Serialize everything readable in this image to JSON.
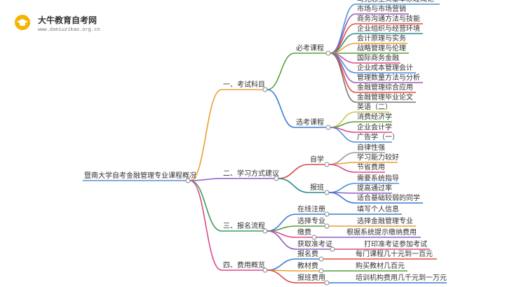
{
  "logo": {
    "name": "大牛教育自考网",
    "url": "www.daniuzikao.org.cn"
  },
  "root": "暨南大学自考金融管理专业课程概况",
  "branches": [
    {
      "label": "一、考试科目",
      "color": "#e8a030",
      "children": [
        {
          "label": "必考课程",
          "color": "#5a9e3a",
          "children": [
            {
              "label": "马克思主义基本原理概论",
              "color": "#4a90d9"
            },
            {
              "label": "市场与市场营销",
              "color": "#9b59b6"
            },
            {
              "label": "商务沟通方法与技能",
              "color": "#e74c3c"
            },
            {
              "label": "企业组织与经营环境",
              "color": "#2c8c8c"
            },
            {
              "label": "会计原理与实务",
              "color": "#e8a030"
            },
            {
              "label": "战略管理与伦理",
              "color": "#5a9e3a"
            },
            {
              "label": "国际商务金融",
              "color": "#d94a8c"
            },
            {
              "label": "企业成本管理会计",
              "color": "#4a90d9"
            },
            {
              "label": "管理数量方法与分析",
              "color": "#9b59b6"
            },
            {
              "label": "金融管理综合应用",
              "color": "#e74c3c"
            },
            {
              "label": "金融管理毕业论文",
              "color": "#777777"
            }
          ]
        },
        {
          "label": "选考课程",
          "color": "#3a7bd5",
          "children": [
            {
              "label": "英语（二）",
              "color": "#c8c850"
            },
            {
              "label": "消费经济学",
              "color": "#5a9e3a"
            },
            {
              "label": "企业会计学",
              "color": "#d94a8c"
            },
            {
              "label": "广告学（一）",
              "color": "#4a90d9"
            }
          ]
        }
      ]
    },
    {
      "label": "二、学习方式建议",
      "color": "#8e5fc4",
      "children": [
        {
          "label": "自学",
          "color": "#d94a4a",
          "children": [
            {
              "label": "自律性强",
              "color": "#9a9a9a"
            },
            {
              "label": "学习能力较好",
              "color": "#e8a030"
            },
            {
              "label": "节省费用",
              "color": "#d94a8c"
            }
          ]
        },
        {
          "label": "报班",
          "color": "#2c8c8c",
          "children": [
            {
              "label": "需要系统指导",
              "color": "#4a90d9"
            },
            {
              "label": "提高通过率",
              "color": "#8e5fc4"
            },
            {
              "label": "适合基础较弱的同学",
              "color": "#3a7bd5"
            }
          ]
        }
      ]
    },
    {
      "label": "三、报名流程",
      "color": "#3a9e5a",
      "children": [
        {
          "label": "在线注册",
          "color": "#3a7bd5",
          "children": [
            {
              "label": "填写个人信息",
              "color": "#3a7bd5"
            }
          ]
        },
        {
          "label": "选择专业",
          "color": "#5a9e3a",
          "children": [
            {
              "label": "选择金融管理专业",
              "color": "#e8a030"
            }
          ]
        },
        {
          "label": "缴费",
          "color": "#d94a8c",
          "children": [
            {
              "label": "根据系统提示缴纳费用",
              "color": "#8e5fc4"
            }
          ]
        },
        {
          "label": "获取准考证",
          "color": "#8e5fc4",
          "children": [
            {
              "label": "打印准考证参加考试",
              "color": "#d94a8c"
            }
          ]
        }
      ]
    },
    {
      "label": "四、费用概览",
      "color": "#d94a8c",
      "children": [
        {
          "label": "报名费",
          "color": "#3a7bd5",
          "children": [
            {
              "label": "每门课程几十元到一百元",
              "color": "#e74c3c"
            }
          ]
        },
        {
          "label": "教材费",
          "color": "#e8a030",
          "children": [
            {
              "label": "购买教材几百元",
              "color": "#5a9e3a"
            }
          ]
        },
        {
          "label": "报班费用",
          "color": "#d94a4a",
          "children": [
            {
              "label": "培训机构费用几千元到一万元",
              "color": "#3a7bd5"
            }
          ]
        }
      ]
    }
  ]
}
